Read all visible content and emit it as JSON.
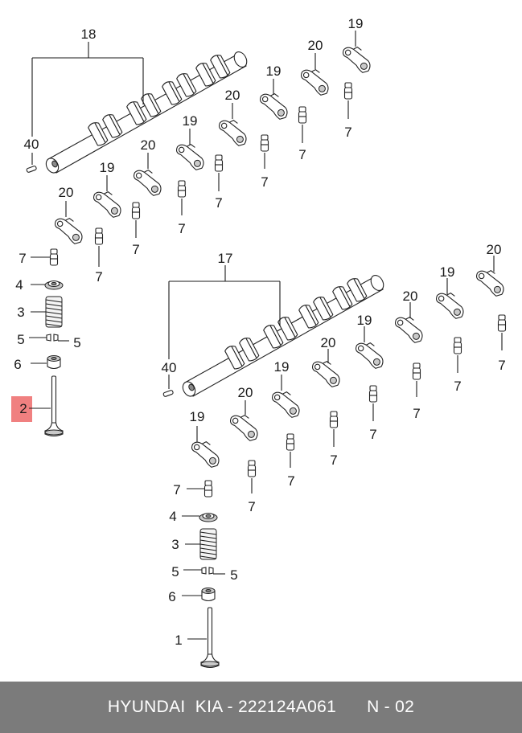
{
  "footer": {
    "part_title": "HYUNDAI  KIA - 222124A061",
    "page_code": "N - 02"
  },
  "highlight_color": "#f08080",
  "labels": {
    "upper_camshaft": "18",
    "lower_camshaft": "17",
    "pin": "40",
    "rocker_arm_a": "19",
    "rocker_arm_b": "20",
    "lash_adjuster": "7",
    "retainer": "4",
    "spring": "3",
    "cotter": "5",
    "seal": "6",
    "intake_valve": "2",
    "exhaust_valve": "1"
  }
}
